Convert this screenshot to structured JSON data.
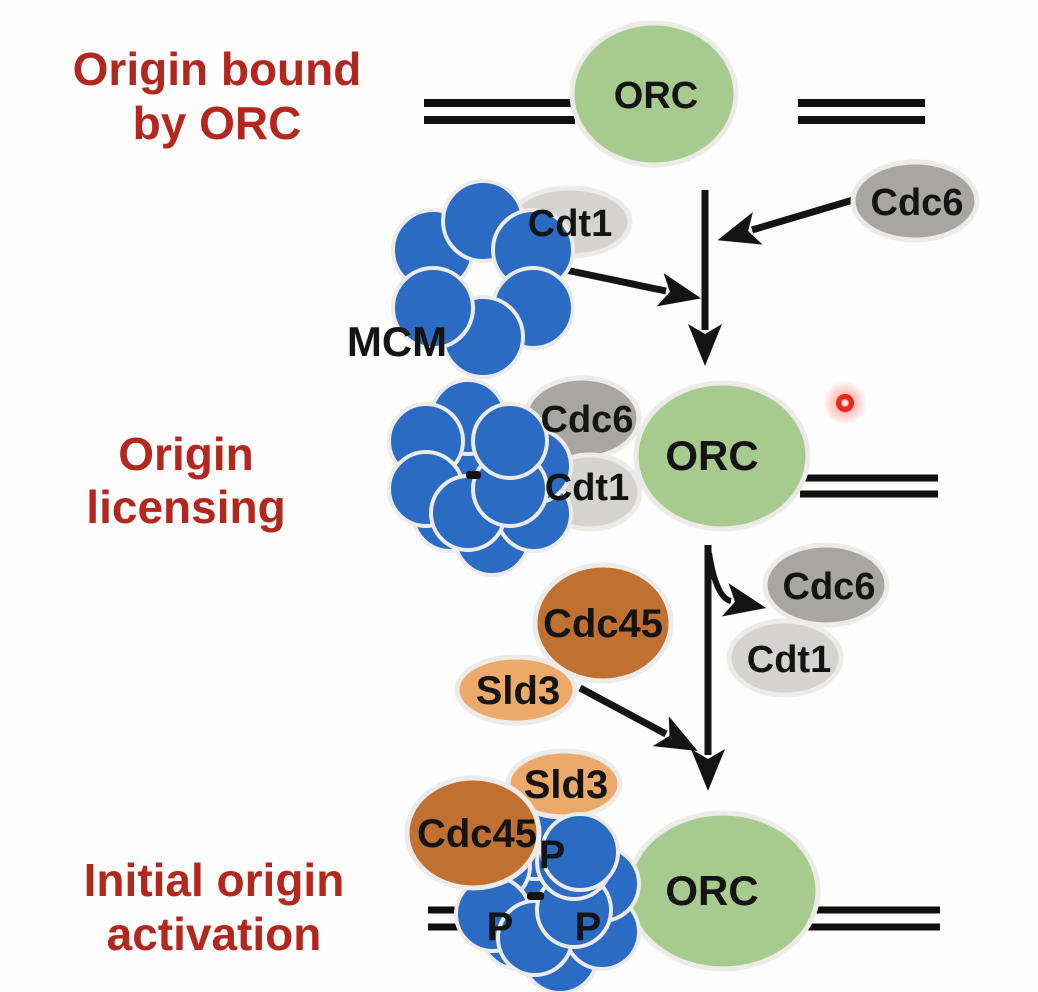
{
  "stages": {
    "stage1": {
      "title_lines": [
        "Origin bound",
        "by ORC"
      ],
      "orc": "ORC"
    },
    "loading": {
      "cdt1": "Cdt1",
      "mcm": "MCM",
      "cdc6": "Cdc6"
    },
    "stage2": {
      "title_lines": [
        "Origin",
        "licensing"
      ],
      "cdc6": "Cdc6",
      "cdt1": "Cdt1",
      "orc": "ORC"
    },
    "recruitment": {
      "cdc45": "Cdc45",
      "sld3": "Sld3"
    },
    "released": {
      "cdc6": "Cdc6",
      "cdt1": "Cdt1"
    },
    "stage3": {
      "title_lines": [
        "Initial origin",
        "activation"
      ],
      "sld3": "Sld3",
      "cdc45": "Cdc45",
      "orc": "ORC",
      "phospho_marks": [
        "P",
        "P",
        "P"
      ]
    }
  },
  "colors": {
    "title_red": "#b3281e",
    "orc_green": "#a7ca8e",
    "mcm_blue": "#2b6bc4",
    "cdc6_gray": "#a8a6a2",
    "cdt1_gray": "#d4d3d0",
    "cdc45_orange": "#c07030",
    "sld3_tan": "#ebaa69",
    "dna_line": "#0e0e0e",
    "arrow_black": "#141414",
    "pointer_red": "#e7281e"
  }
}
